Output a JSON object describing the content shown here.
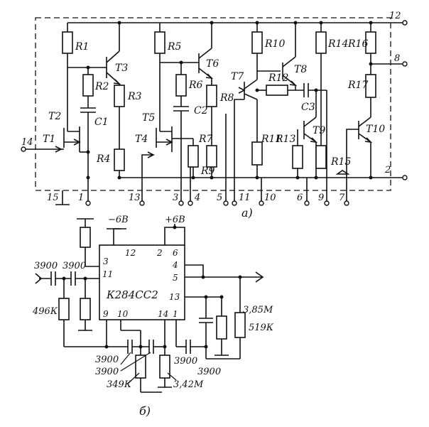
{
  "diagram_a": {
    "label": "а)",
    "resistors": [
      "R1",
      "R2",
      "R3",
      "R4",
      "R5",
      "R6",
      "R7",
      "R8",
      "R9",
      "R10",
      "R11",
      "R12",
      "R13",
      "R14",
      "R15",
      "R16",
      "R17"
    ],
    "transistors": [
      "T1",
      "T2",
      "T3",
      "T4",
      "T5",
      "T6",
      "T7",
      "T8",
      "T9",
      "T10"
    ],
    "capacitors": [
      "C1",
      "C2",
      "C3"
    ],
    "pins": [
      "12",
      "8",
      "2",
      "14",
      "15",
      "1",
      "13",
      "3",
      "4",
      "5",
      "11",
      "10",
      "6",
      "9",
      "7"
    ]
  },
  "diagram_b": {
    "label": "б)",
    "chip_name": "К284СС2",
    "supply_neg": "−6В",
    "supply_pos": "+6В",
    "chip_pins": [
      "12",
      "2",
      "6",
      "3",
      "11",
      "4",
      "5",
      "13",
      "9",
      "10",
      "14",
      "1"
    ],
    "values": {
      "cap_in_1": "3900",
      "cap_in_2": "3900",
      "res_in": "496К",
      "res_out_1": "3,85М",
      "res_out_2": "519К",
      "cap_bottom_1": "3900",
      "cap_bottom_2": "3900",
      "cap_bottom_3": "3900",
      "cap_bottom_4": "3900",
      "res_bottom_1": "349К",
      "res_bottom_2": "3,42М"
    }
  }
}
